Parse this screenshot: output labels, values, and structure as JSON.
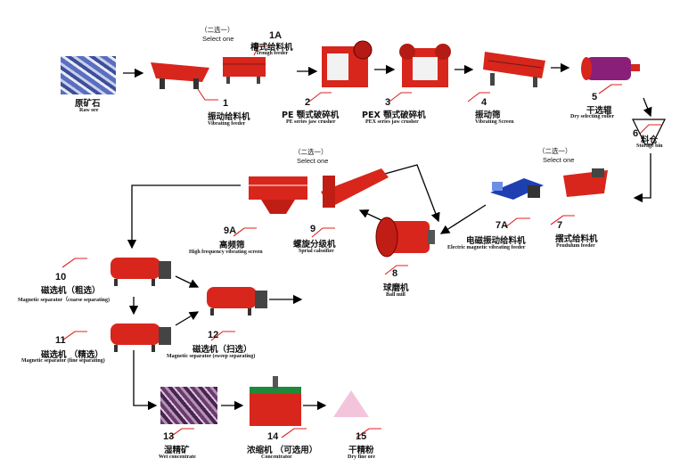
{
  "colors": {
    "machine_red": "#d8261c",
    "leader_red": "#e02020",
    "arrow": "#000000",
    "ore_blue": "#5a6fc0",
    "concentrate": "#6b3a6e",
    "product_pink": "#f3c4dc"
  },
  "select_one_top": {
    "cn": "（二选一）",
    "en": "Select one"
  },
  "select_one_mid": {
    "cn": "（二选一）",
    "en": "Select one"
  },
  "select_one_right": {
    "cn": "（二选一）",
    "en": "Select one"
  },
  "items": {
    "raw": {
      "num": "",
      "cn": "原矿石",
      "en": "Raw ore",
      "icon": "raw-ore-image"
    },
    "i1": {
      "num": "1",
      "cn": "振动给料机",
      "en": "Vibrating feeder",
      "icon": "vibrating-feeder-icon"
    },
    "i1a": {
      "num": "1A",
      "cn": "槽式给料机",
      "en": "Trough feeder",
      "icon": "trough-feeder-icon"
    },
    "i2": {
      "num": "2",
      "cn": "PE 颚式破碎机",
      "en": "PE series jaw crusher",
      "icon": "jaw-crusher-icon"
    },
    "i3": {
      "num": "3",
      "cn": "PEX 颚式破碎机",
      "en": "PEX series jaw crusher",
      "icon": "jaw-crusher-icon"
    },
    "i4": {
      "num": "4",
      "cn": "振动筛",
      "en": "Vibrating Screen",
      "icon": "vibrating-screen-icon"
    },
    "i5": {
      "num": "5",
      "cn": "干选辊",
      "en": "Dry selecting roller",
      "icon": "dry-roller-icon"
    },
    "i6": {
      "num": "6",
      "cn": "料仓",
      "en": "Storage bin",
      "icon": "storage-bin-icon"
    },
    "i7": {
      "num": "7",
      "cn": "摆式给料机",
      "en": "Pendulum feeder",
      "icon": "pendulum-feeder-icon"
    },
    "i7a": {
      "num": "7A",
      "cn": "电磁振动给料机",
      "en": "Electric magnetic vibrating feeder",
      "icon": "em-feeder-icon"
    },
    "i8": {
      "num": "8",
      "cn": "球磨机",
      "en": "Ball mill",
      "icon": "ball-mill-icon"
    },
    "i9": {
      "num": "9",
      "cn": "螺旋分级机",
      "en": "Sprial calssifier",
      "icon": "spiral-classifier-icon"
    },
    "i9a": {
      "num": "9A",
      "cn": "高频筛",
      "en": "High frequency vibrating screen",
      "icon": "hf-screen-icon"
    },
    "i10": {
      "num": "10",
      "cn": "磁选机（粗选）",
      "en": "Magnetic separator（coarse separating)",
      "icon": "magnetic-separator-icon"
    },
    "i11": {
      "num": "11",
      "cn": "磁选机 （精选）",
      "en": "Magnetic separator (fine separating)",
      "icon": "magnetic-separator-icon"
    },
    "i12": {
      "num": "12",
      "cn": "磁选机（扫选）",
      "en": "Magnetic separator (sweep separating)",
      "icon": "magnetic-separator-icon"
    },
    "i13": {
      "num": "13",
      "cn": "湿精矿",
      "en": "Wet concentrate",
      "icon": "wet-concentrate-image"
    },
    "i14": {
      "num": "14",
      "cn": "浓缩机 （可选用）",
      "en": "Concentrator",
      "icon": "concentrator-icon"
    },
    "i15": {
      "num": "15",
      "cn": "干精粉",
      "en": "Dry fine ore",
      "icon": "dry-fine-ore-icon"
    }
  }
}
